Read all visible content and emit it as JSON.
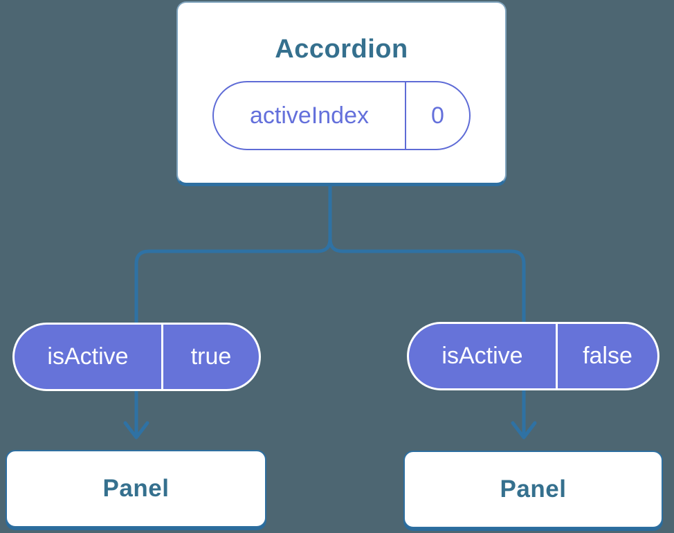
{
  "colors": {
    "background": "#4D6672",
    "connector_blue": "#2F72A4",
    "node_text_blue": "#35708E",
    "pill_purple_fill": "#6673D9",
    "pill_purple_outline": "#5E6BD6",
    "node_fill_white": "#FFFFFF"
  },
  "tree": {
    "root": {
      "title": "Accordion",
      "state": {
        "name": "activeIndex",
        "value": "0"
      }
    },
    "children": [
      {
        "prop": {
          "name": "isActive",
          "value": "true"
        },
        "panel_label": "Panel"
      },
      {
        "prop": {
          "name": "isActive",
          "value": "false"
        },
        "panel_label": "Panel"
      }
    ]
  }
}
